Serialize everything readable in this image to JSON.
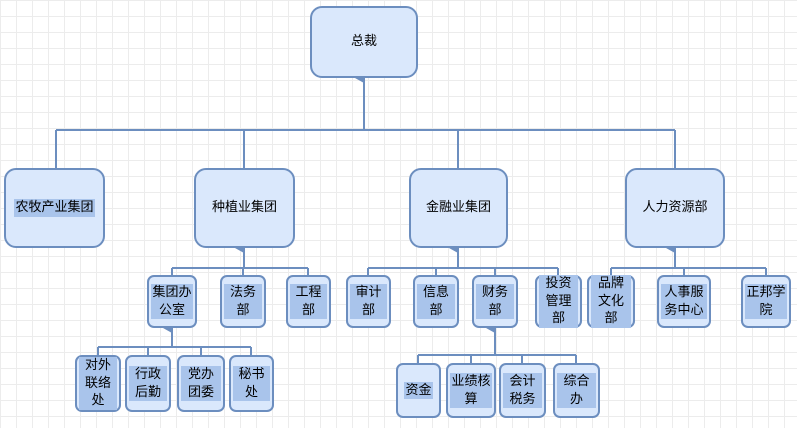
{
  "org": {
    "root": "总裁",
    "groups": [
      {
        "id": "g1",
        "label": "农牧产业集团"
      },
      {
        "id": "g2",
        "label": "种植业集团"
      },
      {
        "id": "g3",
        "label": "金融业集团"
      },
      {
        "id": "g4",
        "label": "人力资源部"
      }
    ],
    "depts": {
      "jtbgs": "集团办公室",
      "fwb": "法务部",
      "gcb": "工程部",
      "sjb": "审计部",
      "xxb": "信息部",
      "cwb": "财务部",
      "tzglb": "投资管理部",
      "ppwhb": "品牌文化部",
      "rsfwzx": "人事服务中心",
      "zbxy": "正邦学院"
    },
    "subunits": {
      "dwlluo": "对外联络处",
      "xzhq": "行政后勤",
      "dbtw": "党办团委",
      "msc": "秘书处",
      "zj": "资金",
      "yjhs": "业绩核算",
      "kjsw": "会计税务",
      "zhb": "综合办"
    }
  },
  "colors": {
    "fill": "#dae8fc",
    "stroke": "#6c8ebf",
    "highlight": "#a9c4eb"
  }
}
